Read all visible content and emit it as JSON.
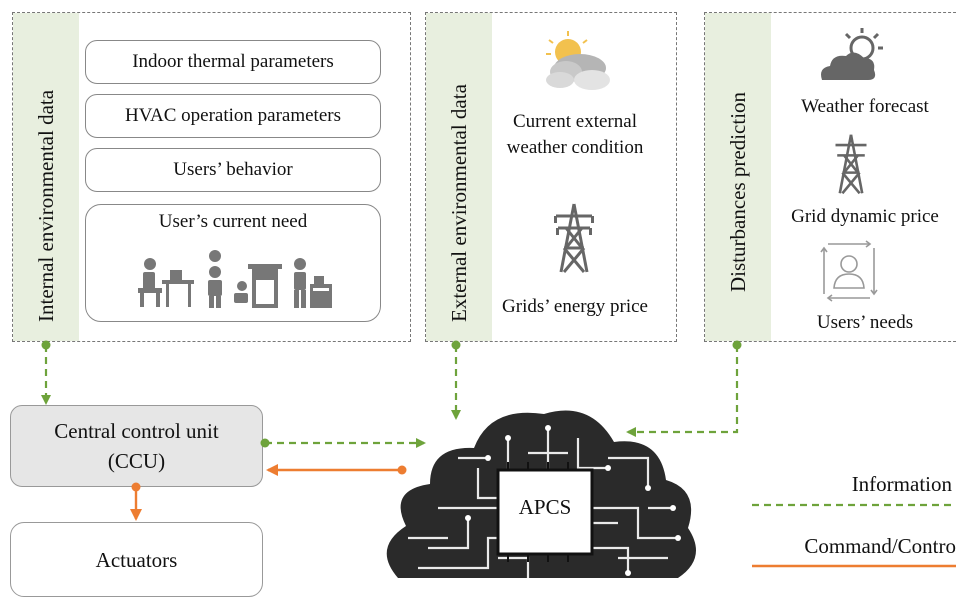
{
  "panels": {
    "internal": {
      "title": "Internal environmental data",
      "items": [
        "Indoor thermal parameters",
        "HVAC operation parameters",
        "Users’ behavior"
      ],
      "current_need": "User’s current need"
    },
    "external": {
      "title": "External environmental data",
      "weather": [
        "Current external",
        "weather condition"
      ],
      "price": "Grids’ energy price"
    },
    "disturbances": {
      "title": "Disturbances prediction",
      "items": [
        "Weather forecast",
        "Grid dynamic price",
        "Users’ needs"
      ]
    }
  },
  "ccu": {
    "line1": "Central control unit",
    "line2": "(CCU)"
  },
  "actuators": "Actuators",
  "apcs": "APCS",
  "legend": {
    "information": "Information",
    "command": "Command/Contro"
  },
  "colors": {
    "information": "#6ea33b",
    "command": "#ed7d31",
    "strip": "#e8efdf",
    "ccu_fill": "#e6e6e6"
  }
}
